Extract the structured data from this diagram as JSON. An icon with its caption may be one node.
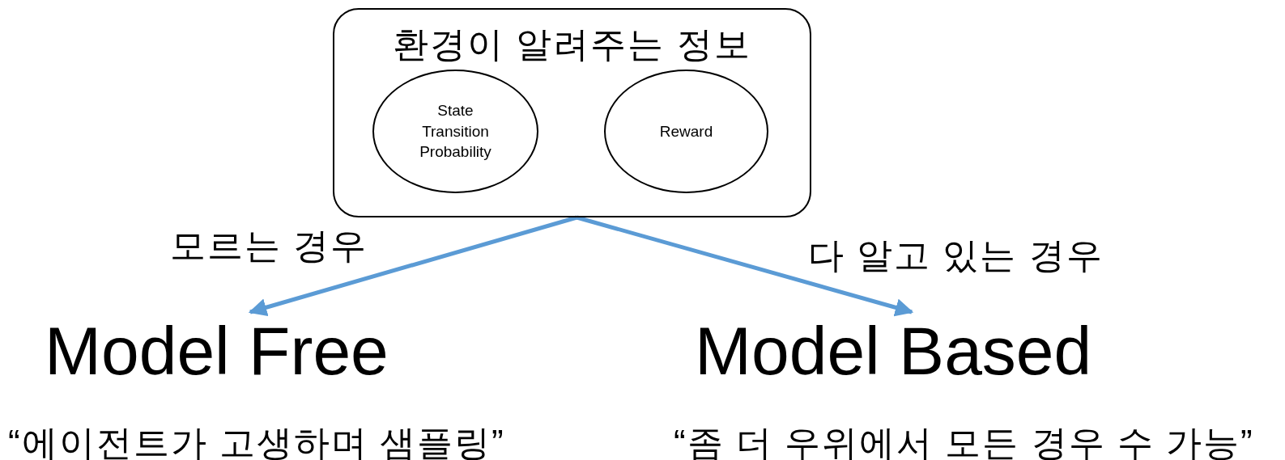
{
  "diagram": {
    "nodes": [
      {
        "text": [
          "환경이 알려주는 정보"
        ]
      },
      {
        "text": [
          "State Transition Probability"
        ],
        "in": 0
      },
      {
        "text": [
          "Reward"
        ],
        "in": 0
      },
      {
        "text": [
          "Model Free"
        ],
        "beside": [
          "“에이전트가 고생하며 샘플링”"
        ]
      },
      {
        "text": [
          "Model Based"
        ],
        "beside": [
          "“좀 더 우위에서 모든 경우 수 가능”"
        ]
      }
    ],
    "edges": [
      {
        "from": 0,
        "to": 3,
        "arrow": "to",
        "label": "모르는 경우"
      },
      {
        "from": 0,
        "to": 4,
        "arrow": "to",
        "label": "다 알고 있는 경우"
      }
    ]
  }
}
